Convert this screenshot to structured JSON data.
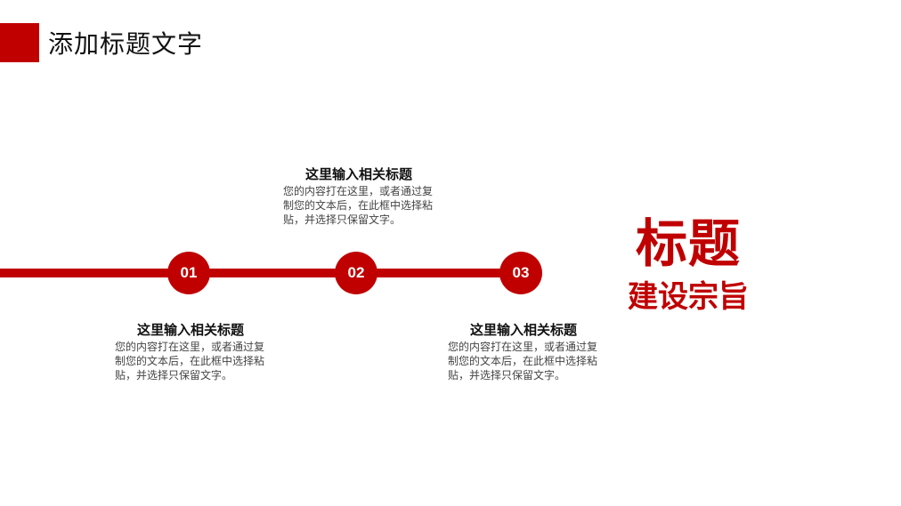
{
  "header": {
    "title": "添加标题文字",
    "accent_color": "#c00000"
  },
  "timeline": {
    "color": "#c00000",
    "nodes": [
      {
        "label": "01"
      },
      {
        "label": "02"
      },
      {
        "label": "03"
      }
    ],
    "items": [
      {
        "title": "这里输入相关标题",
        "body": "您的内容打在这里，或者通过复制您的文本后，在此框中选择粘贴，并选择只保留文字。"
      },
      {
        "title": "这里输入相关标题",
        "body": "您的内容打在这里，或者通过复制您的文本后，在此框中选择粘贴，并选择只保留文字。"
      },
      {
        "title": "这里输入相关标题",
        "body": "您的内容打在这里，或者通过复制您的文本后，在此框中选择粘贴，并选择只保留文字。"
      }
    ]
  },
  "side": {
    "title": "标题",
    "subtitle": "建设宗旨"
  }
}
